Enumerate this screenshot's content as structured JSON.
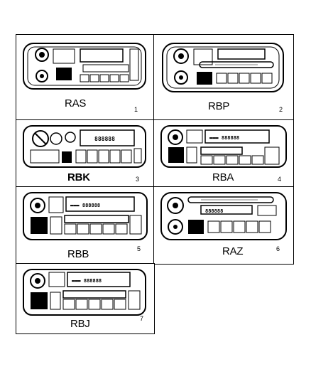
{
  "items": [
    {
      "label": "RAS",
      "number": "1"
    },
    {
      "label": "RBP",
      "number": "2"
    },
    {
      "label": "RBK",
      "number": "3"
    },
    {
      "label": "RBA",
      "number": "4"
    },
    {
      "label": "RBB",
      "number": "5"
    },
    {
      "label": "RAZ",
      "number": "6"
    },
    {
      "label": "RBJ",
      "number": "7"
    }
  ]
}
